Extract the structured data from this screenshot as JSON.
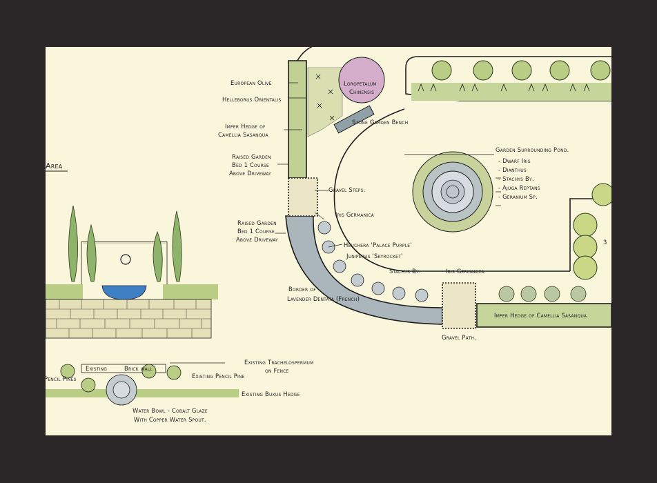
{
  "labels": {
    "area": "Area",
    "european_olive": "European Olive",
    "helleborus": "Helleborus Orientalis",
    "hedge_left_1": "Imper Hedge of",
    "hedge_left_2": "Camellia Sasanqua",
    "raised_bed_top_1": "Raised Garden",
    "raised_bed_top_2": "Bed 1 Course",
    "raised_bed_top_3": "Above Driveway",
    "loropetalum_1": "Loropetalum",
    "loropetalum_2": "Chinensis",
    "stone_bench": "Stone Garden Bench",
    "pond_heading": "Garden Surrounding Pond.",
    "pond_items": [
      "- Dwarf Iris",
      "- Dianthus",
      "- Stachys By.",
      "- Ajuga Reptans",
      "- Geranium Sp."
    ],
    "gravel_steps": "Gravel Steps.",
    "iris_germanica_1": "Iris Germanica",
    "raised_bed_low_1": "Raised Garden",
    "raised_bed_low_2": "Bed 1 Course",
    "raised_bed_low_3": "Above Driveway",
    "heuchera": "Heuchera 'Palace Purple'",
    "juniperus": "Juniperus 'Skyrocket'",
    "stachys": "Stachys By.",
    "iris_germanica_2": "Iris Germanica",
    "border_1": "Border of",
    "border_2": "Lavender Dentata (French)",
    "hedge_bottom": "Imper Hedge of Camellia Sasanqua",
    "gravel_path": "Gravel Path.",
    "existing_wall_1": "Existing",
    "existing_wall_2": "Brick wall",
    "pencil_pines": "Pencil Pines",
    "existing_pencil_pine": "Existing Pencil Pine",
    "trachelospermum_1": "Existing Trachelospermum",
    "trachelospermum_2": "on Fence",
    "buxus": "Existing Buxus Hedge",
    "water_bowl_1": "Water Bowl - Cobalt Glaze",
    "water_bowl_2": "With Copper Water Spout.",
    "number_3": "3"
  },
  "colors": {
    "frame": "#2b2628",
    "paper": "#f9f6dc",
    "hedge_green": "#b7c98a",
    "lavender": "#a6b3b8",
    "bowl_blue": "#3e7fc4",
    "loropetalum": "#c9a5c2",
    "stone": "#d8d2b8"
  }
}
